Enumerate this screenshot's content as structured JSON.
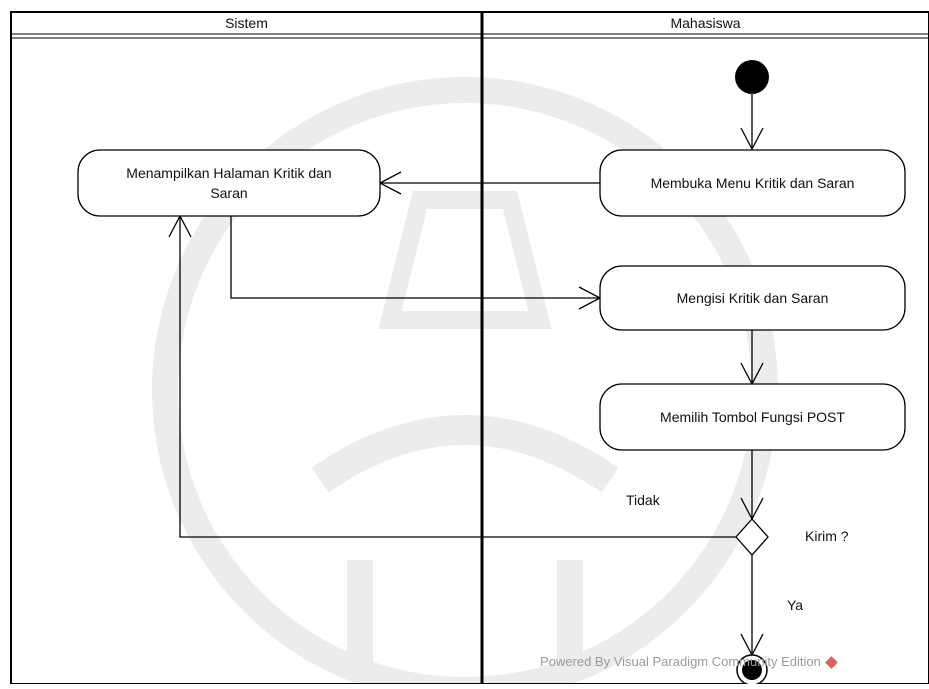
{
  "lanes": {
    "left": "Sistem",
    "right": "Mahasiswa"
  },
  "nodes": {
    "tampil_line1": "Menampilkan Halaman Kritik dan",
    "tampil_line2": "Saran",
    "buka": "Membuka Menu Kritik dan Saran",
    "isi": "Mengisi Kritik dan Saran",
    "pilih": "Memilih Tombol Fungsi POST"
  },
  "guards": {
    "decision": "Kirim ?",
    "no": "Tidak",
    "yes": "Ya"
  },
  "footer": {
    "text": "Powered By  Visual Paradigm Community Edition"
  },
  "colors": {
    "line": "#000000",
    "watermark": "#e8e8e8",
    "footer_icon": "#e0605a"
  }
}
